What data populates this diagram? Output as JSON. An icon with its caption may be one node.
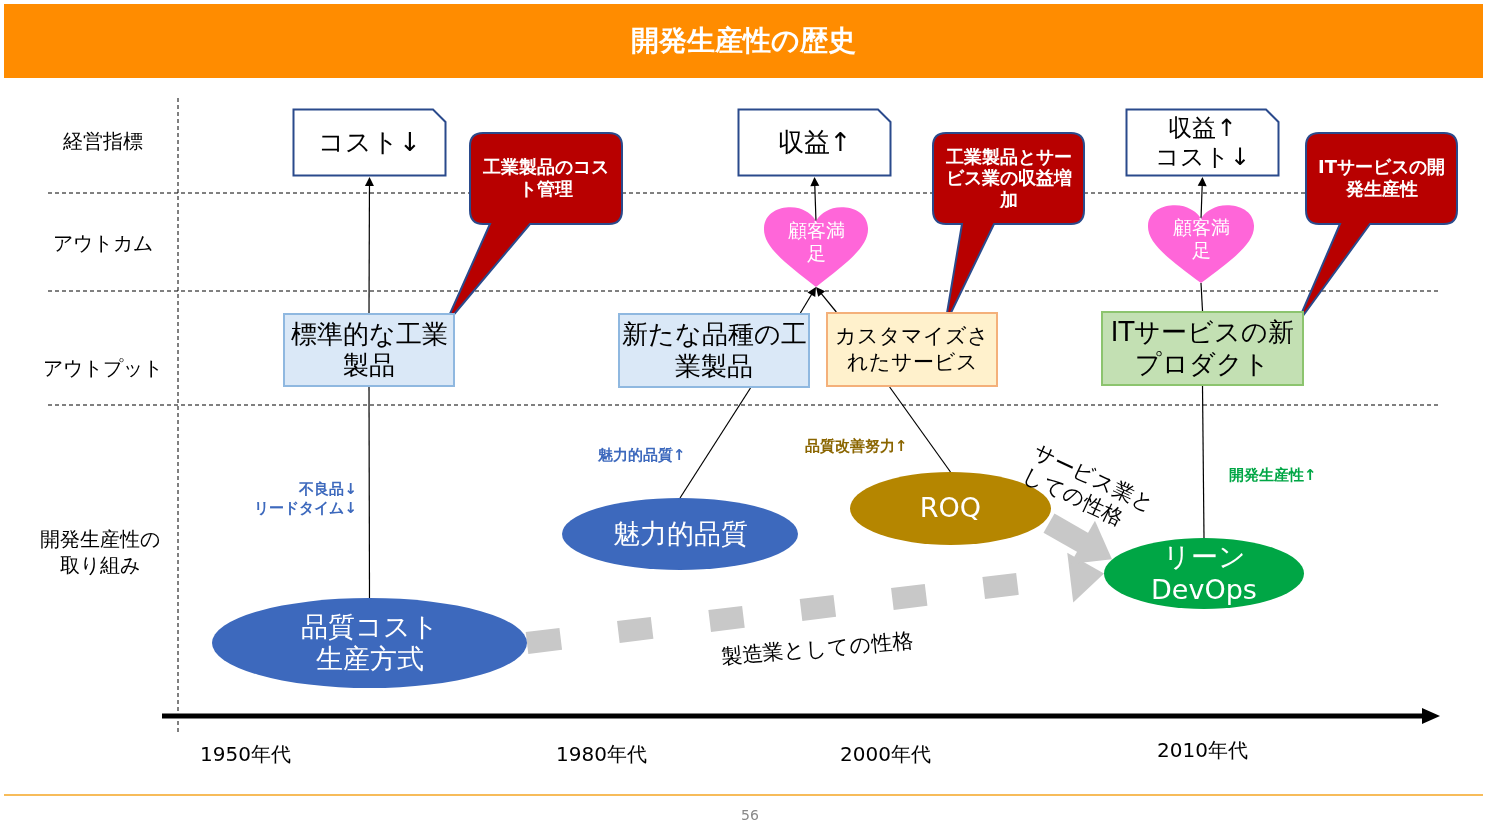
{
  "diagram": {
    "title": "開発生産性の歴史",
    "nodes": [
      {
        "text": [
          "コスト↓"
        ]
      },
      {
        "text": [
          "工業製品のコスト管理"
        ]
      },
      {
        "text": [
          "収益↑"
        ]
      },
      {
        "text": [
          "工業製品とサービス業の収益増加"
        ]
      },
      {
        "text": [
          "収益↑",
          "コスト↓"
        ]
      },
      {
        "text": [
          "ITサービスの開発生産性"
        ]
      },
      {
        "text": [
          "顧客満足"
        ]
      },
      {
        "text": [
          "顧客満足"
        ]
      },
      {
        "text": [
          "標準的な工業製品"
        ]
      },
      {
        "text": [
          "新たな品種の工業製品"
        ]
      },
      {
        "text": [
          "カスタマイズされたサービス"
        ]
      },
      {
        "text": [
          "ITサービスの新プロダクト"
        ]
      },
      {
        "text": [
          "品質コスト",
          "生産方式"
        ]
      },
      {
        "text": [
          "魅力的品質"
        ]
      },
      {
        "text": [
          "ROQ"
        ]
      },
      {
        "text": [
          "リーン",
          "DevOps"
        ]
      }
    ],
    "edges": [
      {
        "from": 12,
        "to": 8,
        "arrow": "none"
      },
      {
        "from": 8,
        "to": 0,
        "arrow": "to"
      },
      {
        "from": 13,
        "to": 9,
        "arrow": "none"
      },
      {
        "from": 9,
        "to": 6,
        "arrow": "to"
      },
      {
        "from": 14,
        "to": 10,
        "arrow": "none"
      },
      {
        "from": 10,
        "to": 6,
        "arrow": "to"
      },
      {
        "from": 6,
        "to": 2,
        "arrow": "to"
      },
      {
        "from": 15,
        "to": 11,
        "arrow": "none"
      },
      {
        "from": 11,
        "to": 7,
        "arrow": "none"
      },
      {
        "from": 7,
        "to": 4,
        "arrow": "to"
      },
      {
        "from": 12,
        "to": 15,
        "arrow": "to",
        "label": "製造業としての性格",
        "style": "dashed",
        "color": "#c8c8c8"
      },
      {
        "from": 14,
        "to": 15,
        "arrow": "to",
        "label": "サービス業としての性格",
        "style": "thick",
        "color": "#c8c8c8"
      }
    ],
    "labels": [
      "経営指標",
      "アウトカム",
      "アウトプット",
      "開発生産性の取り組み",
      "不良品↓",
      "リードタイム↓",
      "魅力的品質↑",
      "品質改善努力↑",
      "開発生産性↑",
      "1950年代",
      "1980年代",
      "2000年代",
      "2010年代",
      "56"
    ]
  }
}
